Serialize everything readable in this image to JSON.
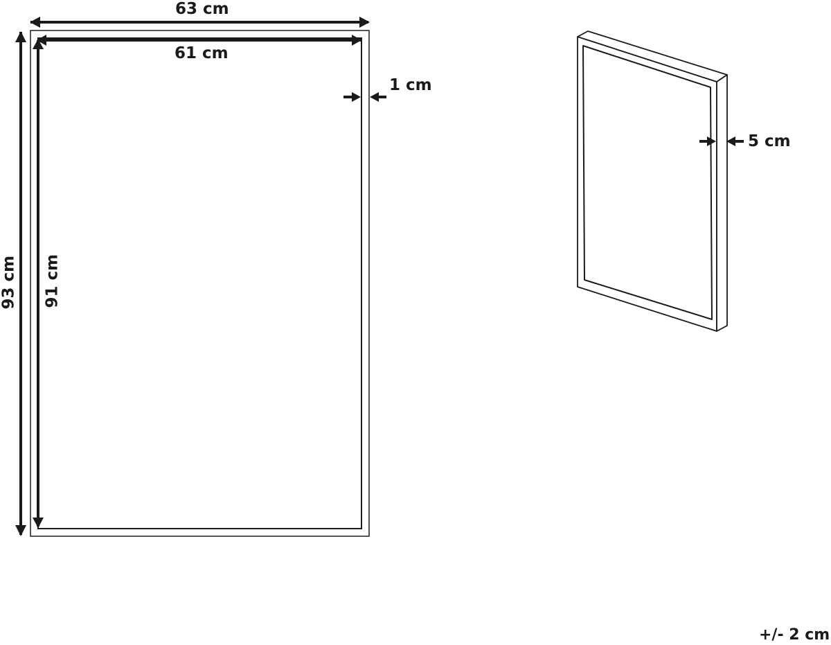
{
  "diagram": {
    "type": "product-dimension-drawing",
    "front_view": {
      "outer_width": "63 cm",
      "inner_width": "61 cm",
      "outer_height": "93 cm",
      "inner_height": "91 cm",
      "frame_border": "1 cm"
    },
    "perspective_view": {
      "depth": "5 cm"
    },
    "tolerance": "+/- 2 cm"
  },
  "colors": {
    "line": "#1a1a1a",
    "background": "#ffffff"
  }
}
